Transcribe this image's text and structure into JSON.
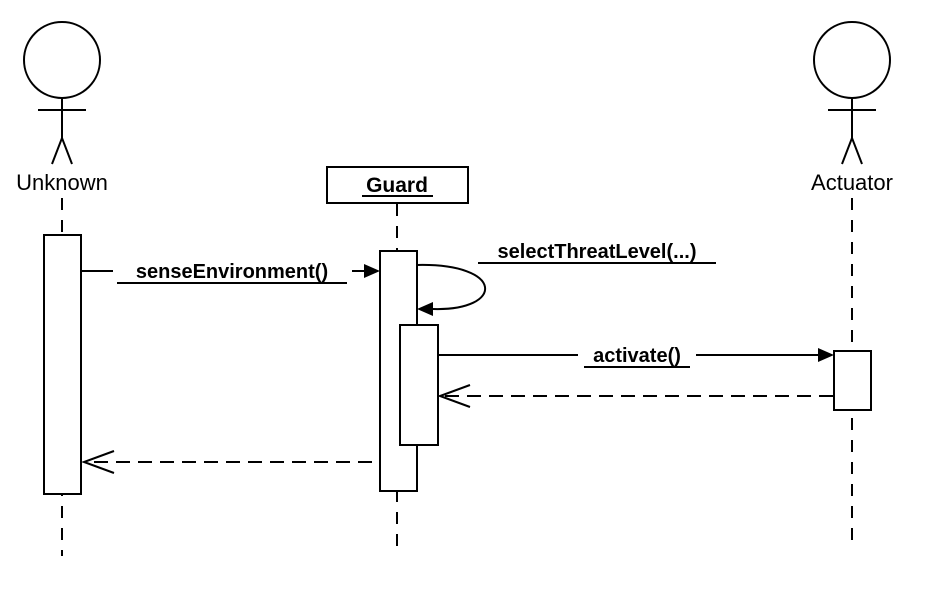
{
  "participants": {
    "unknown": {
      "label": "Unknown",
      "kind": "actor"
    },
    "guard": {
      "label": "Guard",
      "kind": "object"
    },
    "actuator": {
      "label": "Actuator",
      "kind": "actor"
    }
  },
  "messages": {
    "sense": {
      "label": "senseEnvironment()",
      "from": "Unknown",
      "to": "Guard",
      "kind": "synchronous"
    },
    "select": {
      "label": "selectThreatLevel(...)",
      "from": "Guard",
      "to": "Guard",
      "kind": "self-call"
    },
    "activate": {
      "label": "activate()",
      "from": "Guard",
      "to": "Actuator",
      "kind": "synchronous"
    },
    "activate_return": {
      "from": "Actuator",
      "to": "Guard",
      "kind": "return"
    },
    "sense_return": {
      "from": "Guard",
      "to": "Unknown",
      "kind": "return"
    }
  }
}
